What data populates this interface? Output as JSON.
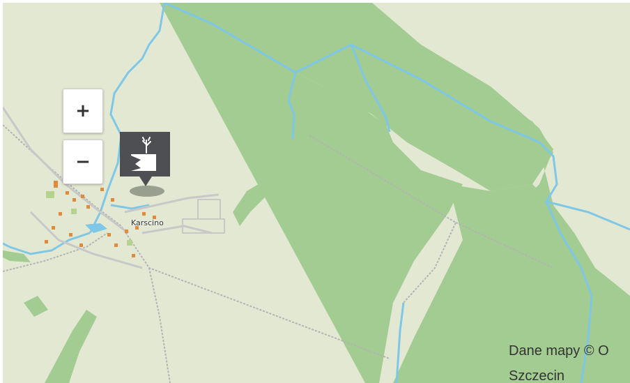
{
  "map": {
    "place_label": "Karscino",
    "marker_icon": "tree-route-icon",
    "colors": {
      "land": "#e3e8d2",
      "forest": "#a3cc92",
      "water": "#7fc7e6",
      "road": "#b8b8b8",
      "building": "#e08a3c",
      "marker": "#4d4f53"
    }
  },
  "controls": {
    "zoom_in_label": "+",
    "zoom_out_label": "−"
  },
  "attribution": {
    "line1": "Dane mapy © O",
    "line2": "Szczecin"
  }
}
